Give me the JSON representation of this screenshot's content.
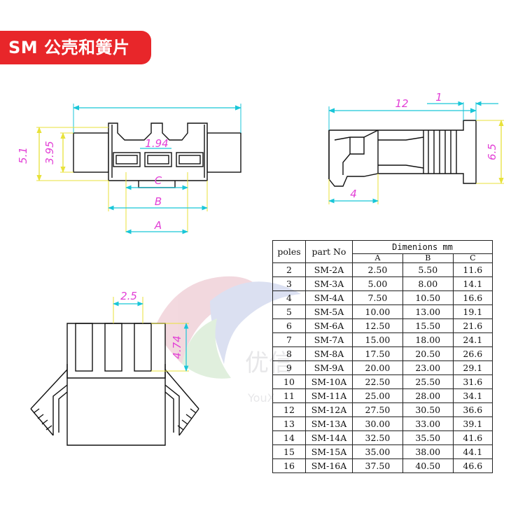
{
  "banner": {
    "title": "SM 公壳和簧片"
  },
  "watermark": {
    "brand_cn": "优信",
    "brand_en": "YouX"
  },
  "views": {
    "front": {
      "dim_51": "5.1",
      "dim_395": "3.95",
      "dim_194": "1.94",
      "label_c": "C",
      "label_b": "B",
      "label_a": "A"
    },
    "side": {
      "dim_12": "12",
      "dim_1": "1",
      "dim_65": "6.5",
      "dim_4": "4"
    },
    "bottom": {
      "dim_25": "2.5",
      "dim_474": "4.74"
    }
  },
  "table": {
    "col_poles": "poles",
    "col_part": "part No",
    "group_header": "Dimenions mm",
    "col_a": "A",
    "col_b": "B",
    "col_c": "C",
    "rows": [
      [
        "2",
        "SM-2A",
        "2.50",
        "5.50",
        "11.6"
      ],
      [
        "3",
        "SM-3A",
        "5.00",
        "8.00",
        "14.1"
      ],
      [
        "4",
        "SM-4A",
        "7.50",
        "10.50",
        "16.6"
      ],
      [
        "5",
        "SM-5A",
        "10.00",
        "13.00",
        "19.1"
      ],
      [
        "6",
        "SM-6A",
        "12.50",
        "15.50",
        "21.6"
      ],
      [
        "7",
        "SM-7A",
        "15.00",
        "18.00",
        "24.1"
      ],
      [
        "8",
        "SM-8A",
        "17.50",
        "20.50",
        "26.6"
      ],
      [
        "9",
        "SM-9A",
        "20.00",
        "23.00",
        "29.1"
      ],
      [
        "10",
        "SM-10A",
        "22.50",
        "25.50",
        "31.6"
      ],
      [
        "11",
        "SM-11A",
        "25.00",
        "28.00",
        "34.1"
      ],
      [
        "12",
        "SM-12A",
        "27.50",
        "30.50",
        "36.6"
      ],
      [
        "13",
        "SM-13A",
        "30.00",
        "33.00",
        "39.1"
      ],
      [
        "14",
        "SM-14A",
        "32.50",
        "35.50",
        "41.6"
      ],
      [
        "15",
        "SM-15A",
        "35.00",
        "38.00",
        "44.1"
      ],
      [
        "16",
        "SM-16A",
        "37.50",
        "40.50",
        "46.6"
      ]
    ]
  }
}
